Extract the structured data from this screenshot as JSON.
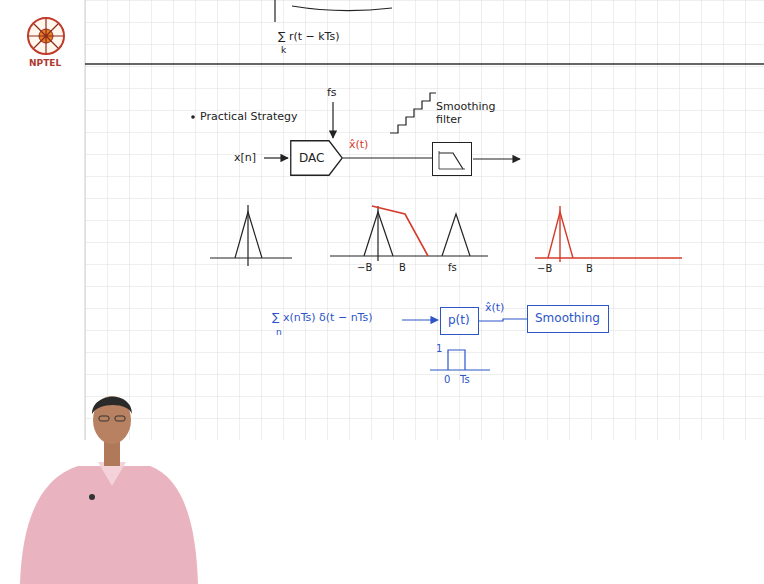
{
  "diagram": {
    "nodes": [
      {
        "text": [
          "DAC"
        ]
      },
      {
        "text": [
          "Smoothing filter"
        ]
      },
      {
        "text": [
          "p(t)"
        ]
      },
      {
        "text": [
          "Smoothing"
        ]
      }
    ],
    "edges": [
      {
        "from": 0,
        "to": 1,
        "arrow": "none",
        "label": "x̂(t)"
      },
      {
        "from": 2,
        "to": 3,
        "arrow": "none",
        "label": "x̂(t)"
      }
    ],
    "labels": [
      "∑ r(t − kTs)",
      "k",
      "NPTEL",
      "Practical Strategy",
      "fs",
      "x[n]",
      "−B",
      "B",
      "fs",
      "−B",
      "B",
      "∑ x(nTs) δ(t − nTs)",
      "n",
      "1",
      "0",
      "Ts"
    ]
  }
}
